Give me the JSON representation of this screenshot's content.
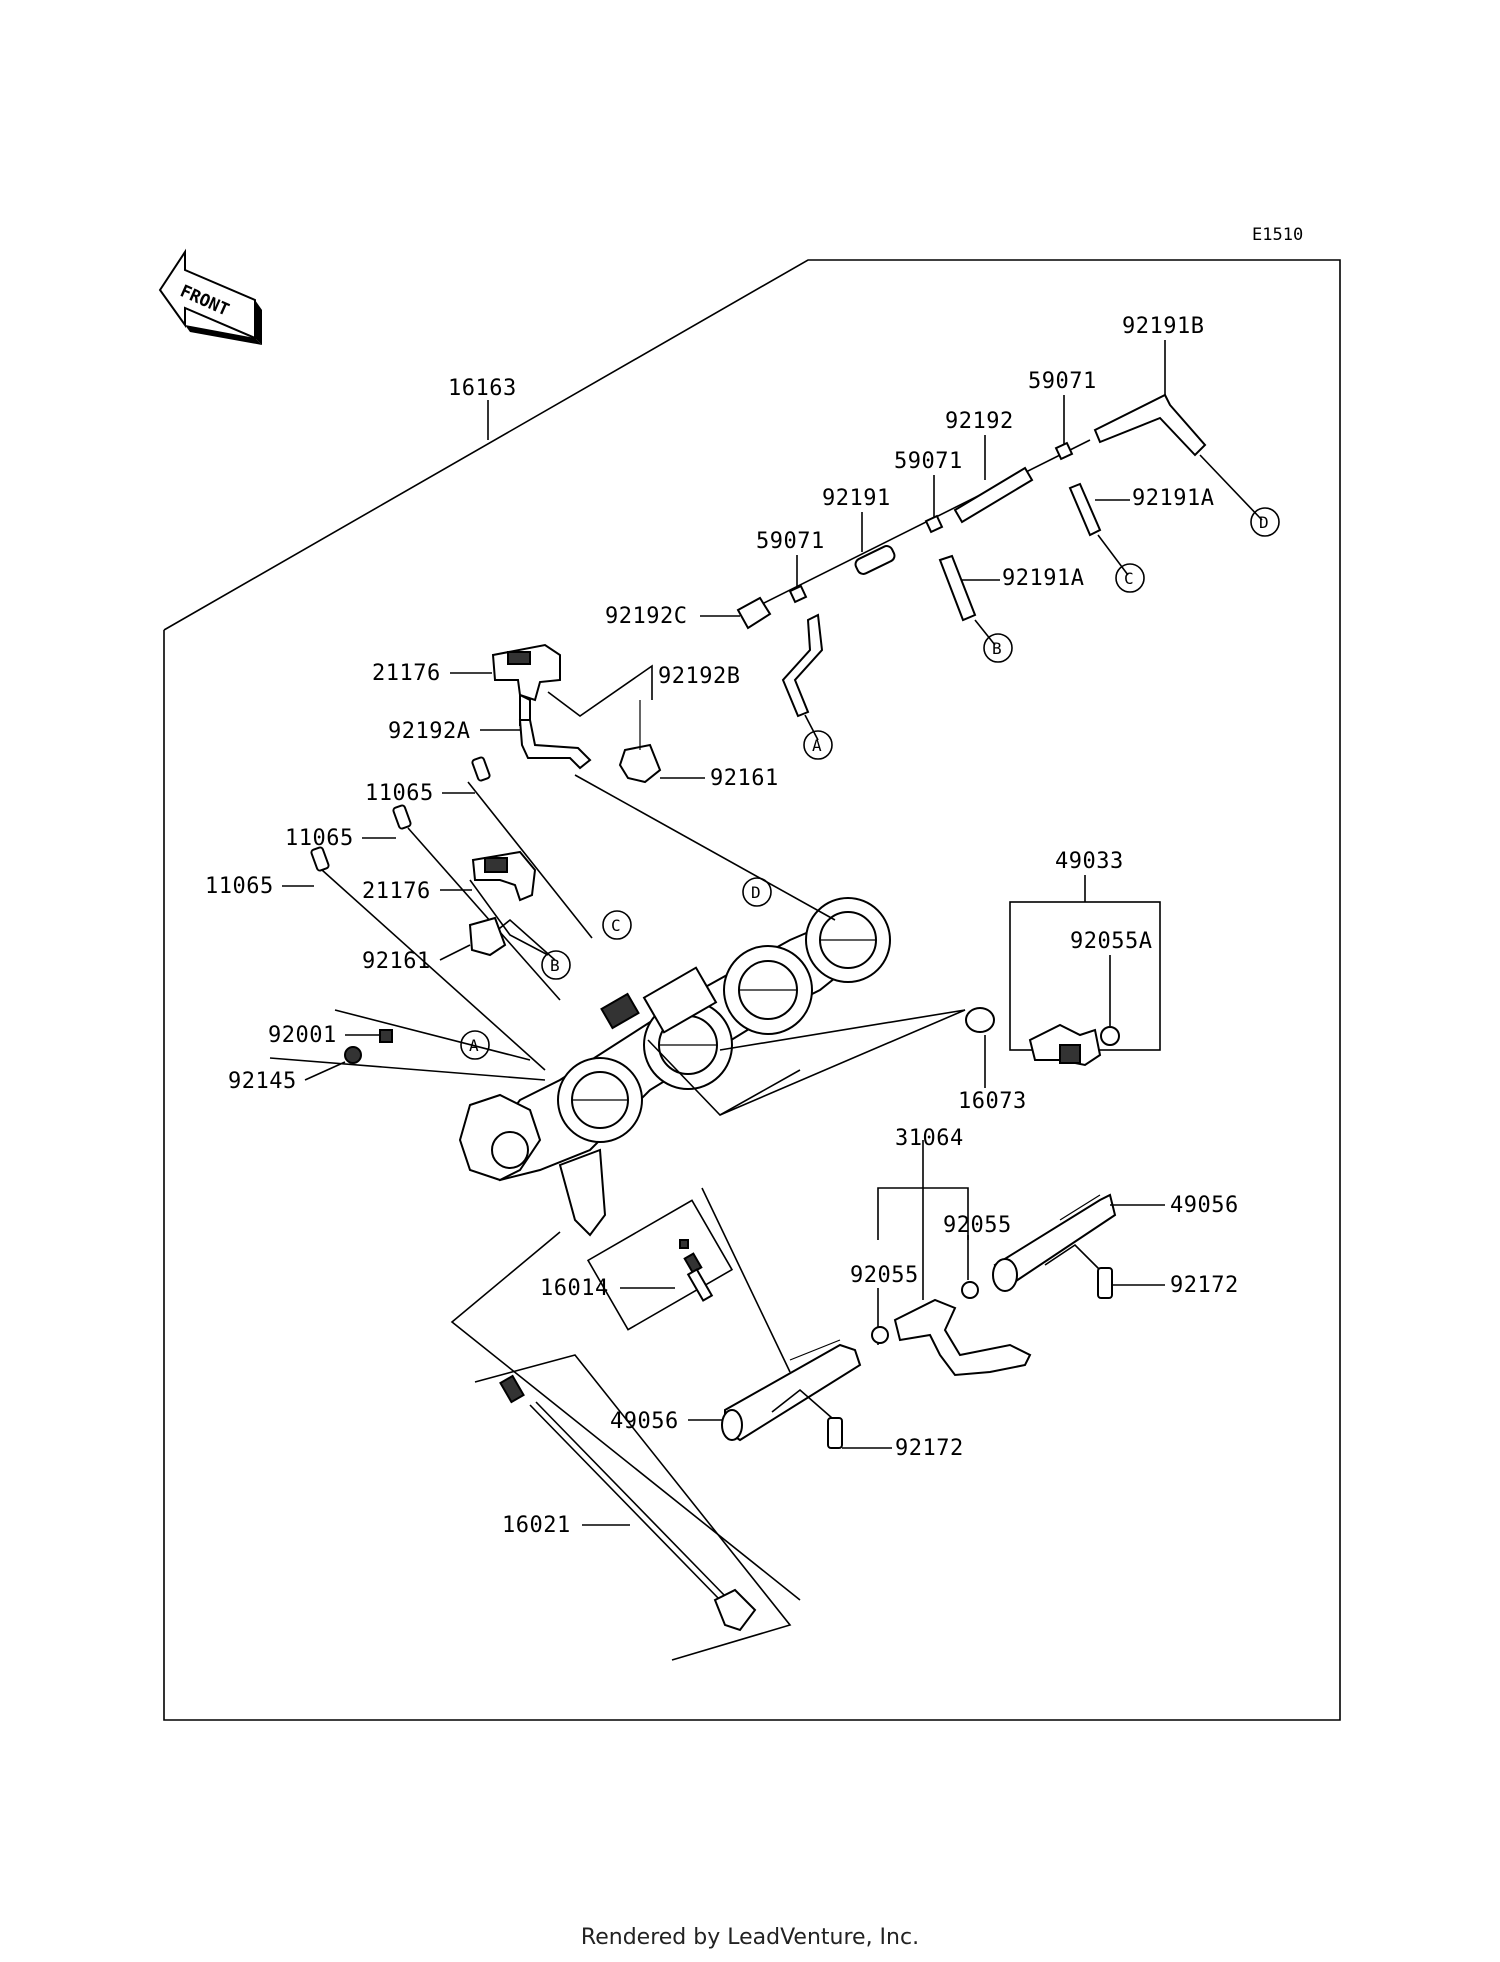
{
  "diagram": {
    "code": "E1510",
    "front_label": "FRONT",
    "callouts": [
      "A",
      "B",
      "C",
      "D"
    ],
    "labels": {
      "p16163": "16163",
      "p92191B": "92191B",
      "p59071_top": "59071",
      "p92192": "92192",
      "p59071_mid": "59071",
      "p92191A_r": "92191A",
      "p92191": "92191",
      "p59071_low": "59071",
      "p92191A_m": "92191A",
      "p92192C": "92192C",
      "p21176_top": "21176",
      "p92192B": "92192B",
      "p92192A": "92192A",
      "p92161_top": "92161",
      "p11065_a": "11065",
      "p11065_b": "11065",
      "p11065_c": "11065",
      "p21176_mid": "21176",
      "p92161_mid": "92161",
      "p92001": "92001",
      "p92145": "92145",
      "p49033": "49033",
      "p92055A": "92055A",
      "p16073": "16073",
      "p31064": "31064",
      "p92055_r": "92055",
      "p92055_l": "92055",
      "p49056_r": "49056",
      "p92172_r": "92172",
      "p16014": "16014",
      "p49056_l": "49056",
      "p92172_l": "92172",
      "p16021": "16021"
    }
  },
  "footer": {
    "text": "Rendered by LeadVenture, Inc."
  }
}
